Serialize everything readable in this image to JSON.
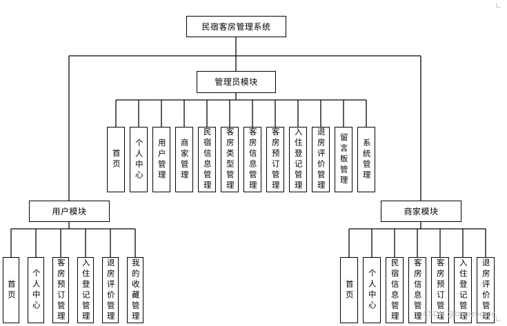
{
  "root": {
    "label": "民宿客房管理系统"
  },
  "modules": [
    {
      "key": "admin",
      "label": "管理员模块",
      "items": [
        "首页",
        "个人中心",
        "用户管理",
        "商家管理",
        "民宿信息管理",
        "客房类型管理",
        "客房信息管理",
        "客房预订管理",
        "入住登记管理",
        "退房评价管理",
        "留言板管理",
        "系统管理"
      ]
    },
    {
      "key": "user",
      "label": "用户模块",
      "items": [
        "首页",
        "个人中心",
        "客房预订管理",
        "入住登记管理",
        "退房评价管理",
        "我的收藏管理"
      ]
    },
    {
      "key": "merchant",
      "label": "商家模块",
      "items": [
        "首页",
        "个人中心",
        "民宿信息管理",
        "客房信息管理",
        "客房预订管理",
        "入住登记管理",
        "退房评价管理"
      ]
    }
  ],
  "watermark": "CSDN @biyezuopin",
  "colors": {
    "line": "#000000",
    "box_border": "#000000",
    "background": "#ffffff"
  }
}
